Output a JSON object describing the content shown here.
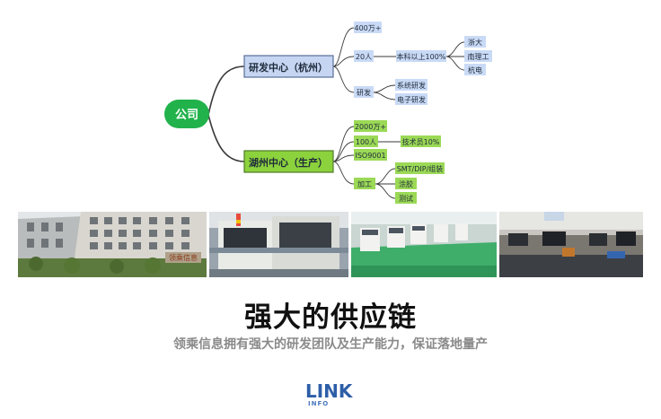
{
  "mindmap": {
    "root": "公司",
    "branches": [
      {
        "label": "研发中心（杭州）",
        "children": [
          {
            "label": "400万+",
            "children": []
          },
          {
            "label": "20人",
            "children": [
              {
                "label": "本科以上100%",
                "children": [
                  {
                    "label": "浙大"
                  },
                  {
                    "label": "南理工"
                  },
                  {
                    "label": "杭电"
                  }
                ]
              }
            ]
          },
          {
            "label": "研发",
            "children": [
              {
                "label": "系统研发"
              },
              {
                "label": "电子研发"
              }
            ]
          }
        ]
      },
      {
        "label": "湖州中心（生产）",
        "children": [
          {
            "label": "2000万+",
            "children": []
          },
          {
            "label": "100人",
            "children": [
              {
                "label": "技术员10%"
              }
            ]
          },
          {
            "label": "ISO9001",
            "children": []
          },
          {
            "label": "加工",
            "children": [
              {
                "label": "SMT/DIP/组装"
              },
              {
                "label": "涂胶"
              },
              {
                "label": "测试"
              }
            ]
          }
        ]
      }
    ]
  },
  "photos": [
    {
      "name": "office-building-photo",
      "sign": "领乘信息"
    },
    {
      "name": "smt-machine-photo"
    },
    {
      "name": "production-line-photo"
    },
    {
      "name": "rd-lab-photo"
    }
  ],
  "headline": "强大的供应链",
  "subline": "领乘信息拥有强大的研发团队及生产能力，保证落地量产",
  "logo": {
    "main": "LINK",
    "sub": "INFO"
  },
  "colors": {
    "root_green": "#21b24b",
    "branch_blue": "#c6d5f2",
    "branch_green": "#8bd23c",
    "leaf_blue": "#c9daf6",
    "leaf_green": "#9bd956",
    "line": "#333333"
  }
}
